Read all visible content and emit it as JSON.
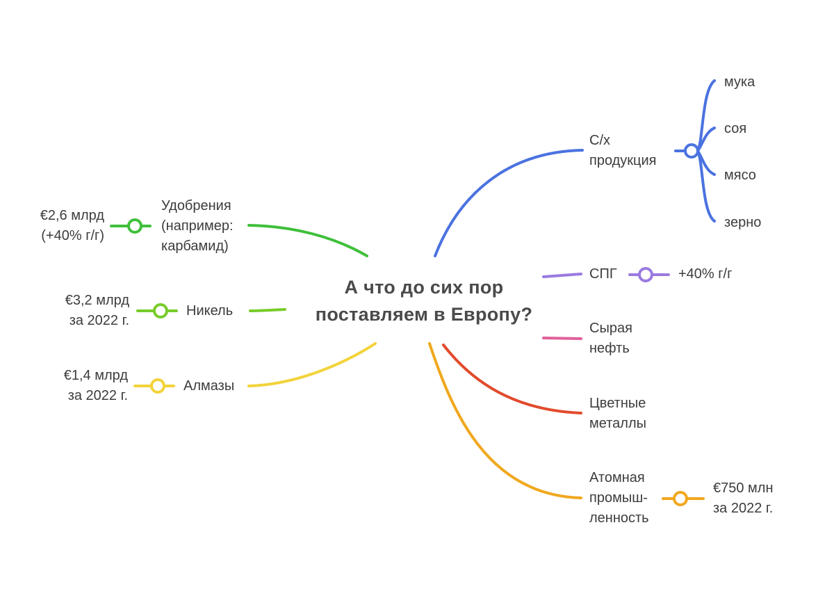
{
  "center": {
    "title": "А что до сих пор\nпоставляем в Европу?"
  },
  "colors": {
    "blue": "#4a72e0",
    "green": "#3fbf3a",
    "lime": "#77cc2a",
    "yellow": "#f2d33a",
    "purple": "#9a7ae0",
    "pink": "#e0609a",
    "red": "#e24a2c",
    "orange": "#f0a81e"
  },
  "left_branches": [
    {
      "label": "Удобрения\n(например:\nкарбамид)",
      "detail": "€2,6 млрд\n(+40% г/г)",
      "color": "green"
    },
    {
      "label": "Никель",
      "detail": "€3,2 млрд\nза 2022 г.",
      "color": "lime"
    },
    {
      "label": "Алмазы",
      "detail": "€1,4 млрд\nза 2022 г.",
      "color": "yellow"
    }
  ],
  "right_branches": [
    {
      "label": "С/х\nпродукция",
      "color": "blue",
      "children": [
        "мука",
        "соя",
        "мясо",
        "зерно"
      ]
    },
    {
      "label": "СПГ",
      "detail": "+40% г/г",
      "color": "purple"
    },
    {
      "label": "Сырая\nнефть",
      "color": "pink"
    },
    {
      "label": "Цветные\nметаллы",
      "color": "red"
    },
    {
      "label": "Атомная\nпромыш-\nленность",
      "detail": "€750 млн\nза 2022 г.",
      "color": "orange"
    }
  ]
}
